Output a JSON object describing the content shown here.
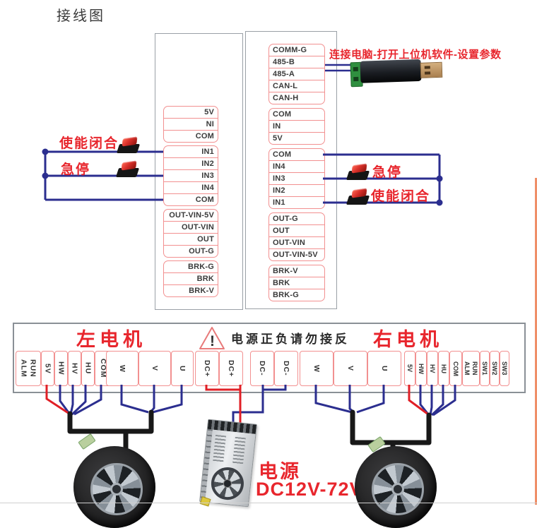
{
  "title": "接线图",
  "colors": {
    "wire_blue": "#2b2e8f",
    "wire_red": "#e01f26",
    "cable_black": "#181818",
    "cell_border": "#f29090",
    "label_red": "#e8262d",
    "box_border": "#9aa0a6"
  },
  "controller_left": {
    "pins_groups": [
      [
        "5V",
        "NI",
        "COM"
      ],
      [
        "IN1",
        "IN2",
        "IN3",
        "IN4",
        "COM"
      ],
      [
        "OUT-VIN-5V",
        "OUT-VIN",
        "OUT",
        "OUT-G"
      ],
      [
        "BRK-G",
        "BRK",
        "BRK-V"
      ]
    ]
  },
  "controller_right": {
    "pins_groups": [
      [
        "COMM-G",
        "485-B",
        "485-A",
        "CAN-L",
        "CAN-H"
      ],
      [
        "COM",
        "IN",
        "5V"
      ],
      [
        "COM",
        "IN4",
        "IN3",
        "IN2",
        "IN1"
      ],
      [
        "OUT-G",
        "OUT",
        "OUT-VIN",
        "OUT-VIN-5V"
      ],
      [
        "BRK-V",
        "BRK",
        "BRK-G"
      ]
    ]
  },
  "labels": {
    "pc_link": "连接电脑-打开上位机软件-设置参数",
    "enable_left": "使能闭合",
    "estop_left": "急停",
    "estop_right": "急停",
    "enable_right": "使能闭合",
    "motor_left": "左电机",
    "motor_right": "右电机",
    "warning_mark": "!",
    "warning": "电源正负请勿接反",
    "psu_name": "电源",
    "psu_range": "DC12V-72V"
  },
  "strip": {
    "left_status": [
      "ALM",
      "RUN"
    ],
    "left_signals": [
      "5V",
      "HW",
      "HV",
      "HU",
      "COM"
    ],
    "left_phases": [
      "W",
      "V",
      "U"
    ],
    "dc_pos": [
      "DC+",
      "DC+"
    ],
    "dc_neg": [
      "DC-",
      "DC-"
    ],
    "right_phases": [
      "W",
      "V",
      "U"
    ],
    "right_signals": [
      "5V",
      "HW",
      "HV",
      "HU",
      "COM"
    ],
    "right_status": [
      "ALM",
      "RUN"
    ],
    "dip_switches": [
      "SW1",
      "SW2",
      "SW3"
    ]
  }
}
